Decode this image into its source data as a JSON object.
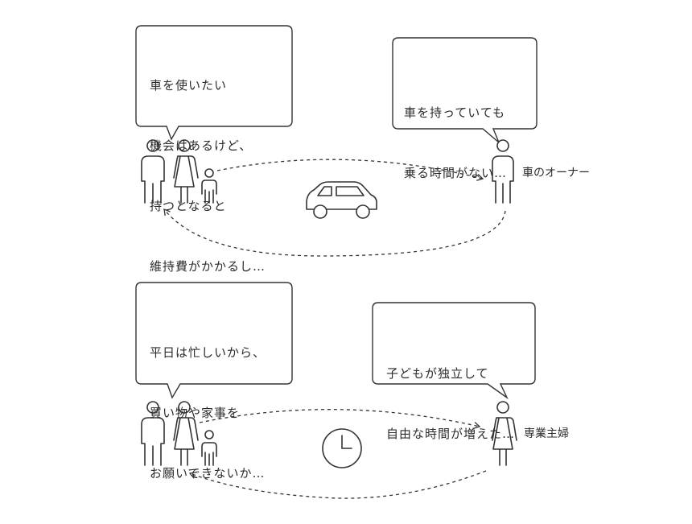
{
  "scene_top": {
    "family_speech": [
      "車を使いたい",
      "機会はあるけど、",
      "持つとなると",
      "維持費がかかるし…"
    ],
    "owner_speech": [
      "車を持っていても",
      "乗る時間がない…"
    ],
    "owner_label": "車のオーナー",
    "center_icon": "car-icon"
  },
  "scene_bottom": {
    "family_speech": [
      "平日は忙しいから、",
      "買い物や家事を",
      "お願いできないか…"
    ],
    "housewife_speech": [
      "子どもが独立して",
      "自由な時間が増えた…"
    ],
    "housewife_label": "専業主婦",
    "center_icon": "clock-icon"
  },
  "colors": {
    "line": "#333333",
    "bubble_fill": "#ffffff"
  }
}
